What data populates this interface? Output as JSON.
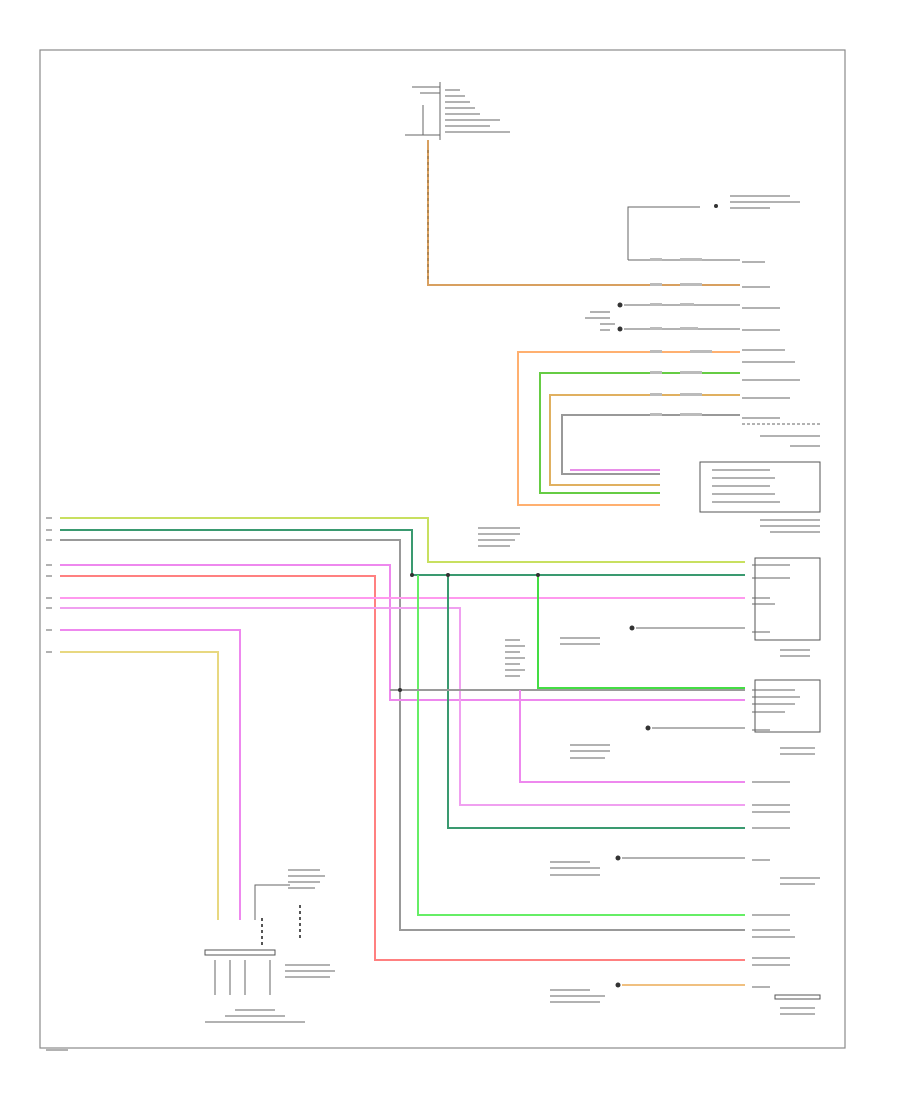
{
  "diagram": {
    "page_code": "",
    "colors": {
      "orange": "#f0a050",
      "tan": "#c8a060",
      "green": "#44dd44",
      "dark_green": "#3a9a70",
      "magenta": "#ee88ee",
      "light_pink": "#ffb0d0",
      "red": "#ff7070",
      "yellow": "#e8d880",
      "gray": "#9a9a9a",
      "black": "#444444",
      "violet": "#cc66ff"
    },
    "icons": [
      "ground-symbol",
      "splice-dot",
      "connector-pin",
      "fuse-block"
    ]
  }
}
